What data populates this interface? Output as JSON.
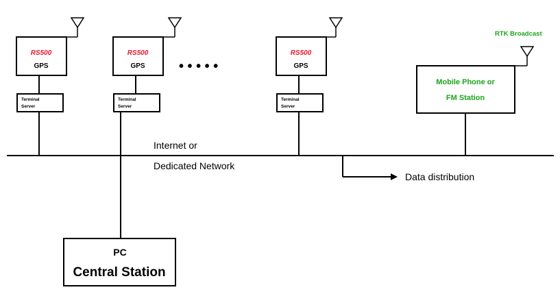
{
  "diagram": {
    "gps_units": [
      {
        "brand": "RS500",
        "type": "GPS",
        "server_line1": "Terminal",
        "server_line2": "Server"
      },
      {
        "brand": "RS500",
        "type": "GPS",
        "server_line1": "Terminal",
        "server_line2": "Server"
      },
      {
        "brand": "RS500",
        "type": "GPS",
        "server_line1": "Terminal",
        "server_line2": "Server"
      }
    ],
    "ellipsis": "• • • • •",
    "broadcast": {
      "caption": "RTK Broadcast",
      "line1": "Mobile Phone or",
      "line2": "FM Station"
    },
    "network": {
      "line1": "Internet or",
      "line2": "Dedicated Network"
    },
    "distribution_label": "Data distribution",
    "central": {
      "line1": "PC",
      "line2": "Central Station"
    },
    "colors": {
      "brand": "#e8192c",
      "broadcast": "#1aa51a",
      "lines": "#000000"
    }
  }
}
